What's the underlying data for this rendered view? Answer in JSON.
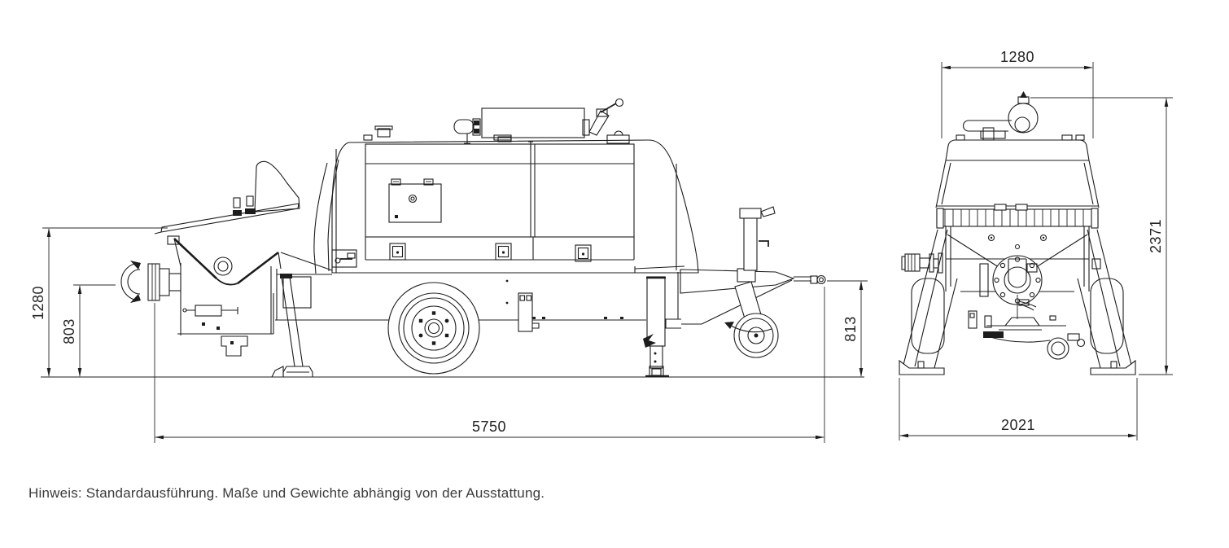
{
  "drawing": {
    "background_color": "#ffffff",
    "line_color": "#1c1c1c",
    "views": {
      "side": {
        "dimensions": {
          "overall_height": "1280",
          "discharge_outlet_height": "803",
          "overall_length": "5750",
          "towing_eye_height": "813"
        }
      },
      "rear": {
        "dimensions": {
          "body_top_width": "1280",
          "overall_height": "2371",
          "support_footprint_width": "2021"
        }
      }
    },
    "footnote": "Hinweis: Standardausführung. Maße und Gewichte abhängig von der Ausstattung."
  }
}
